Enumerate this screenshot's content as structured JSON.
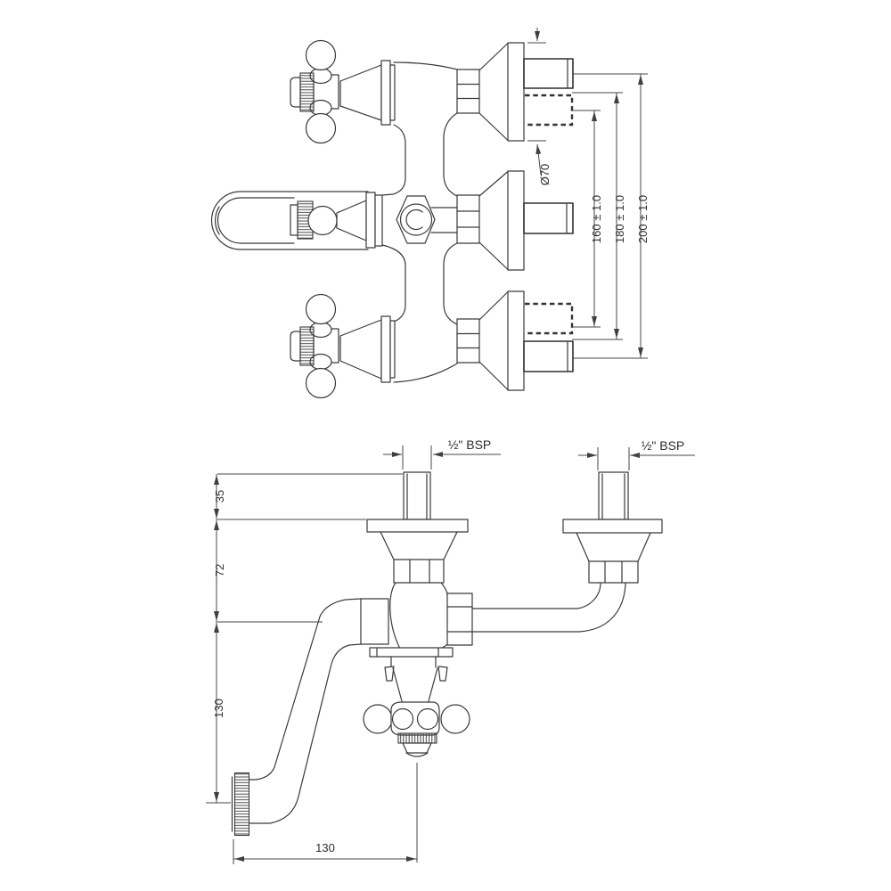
{
  "drawing": {
    "background": "#ffffff",
    "line_color": "#3a3a3a",
    "dimension_color": "#474747",
    "top_view": {
      "dim_dia": "Ø70",
      "dim_160": "160 ± 1.0",
      "dim_180": "180 ± 1.0",
      "dim_200": "200 ± 1.0"
    },
    "front_view": {
      "dim_35": "35",
      "dim_72": "72",
      "dim_130_vertical": "130",
      "dim_130_horizontal": "130",
      "bsp_left": "½\" BSP",
      "bsp_right": "½\" BSP"
    }
  }
}
